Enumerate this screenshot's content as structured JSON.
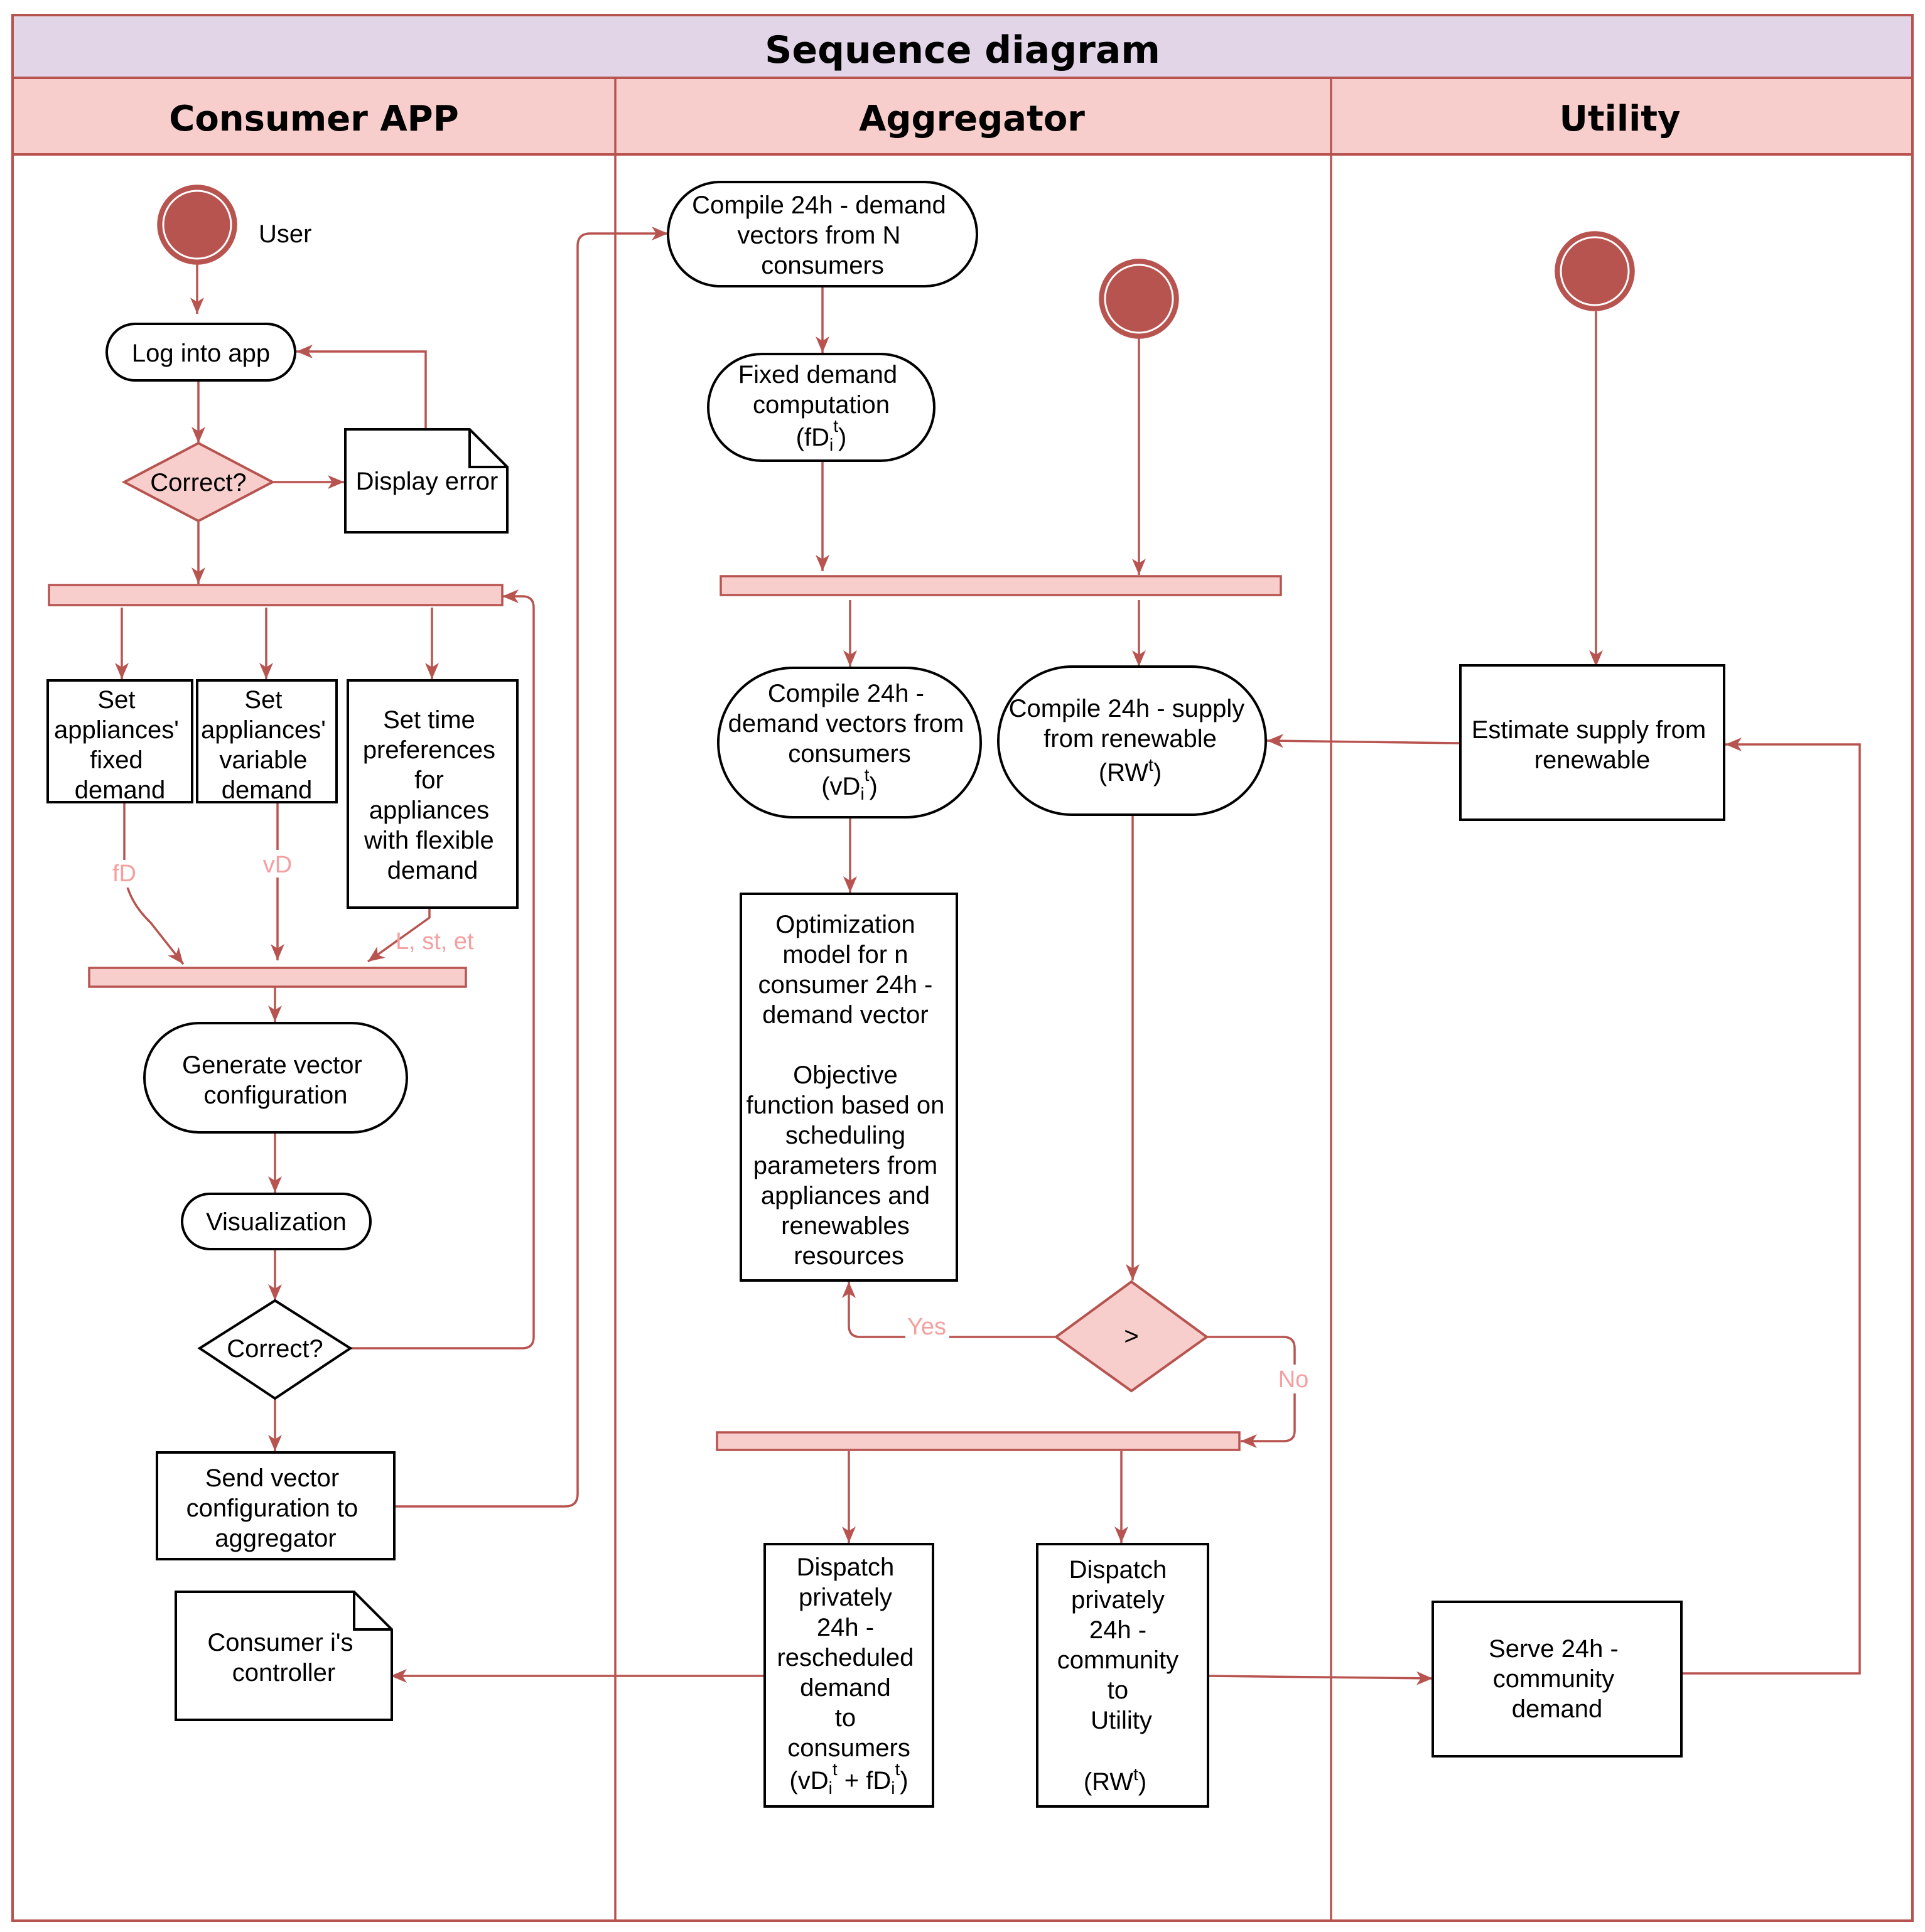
{
  "title": "Sequence diagram",
  "lanes": {
    "consumer": "Consumer  APP",
    "aggregator": "Aggregator",
    "utility": "Utility"
  },
  "nodes": {
    "user_label": "User",
    "login": "Log into app",
    "correct1": "Correct?",
    "display_error": "Display error",
    "set_fixed": [
      "Set",
      "appliances'",
      "fixed",
      "demand"
    ],
    "set_variable": [
      "Set",
      "appliances'",
      "variable",
      "demand"
    ],
    "set_time": [
      "Set time",
      "preferences",
      "for",
      "appliances",
      "with flexible",
      "demand"
    ],
    "generate": [
      "Generate vector",
      "configuration"
    ],
    "visualization": "Visualization",
    "correct2": "Correct?",
    "send_vector": [
      "Send vector",
      "configuration to",
      "aggregator"
    ],
    "controller": [
      "Consumer i's",
      "controller"
    ],
    "compile_n": [
      "Compile 24h - demand",
      "vectors from N",
      "consumers"
    ],
    "fixed_comp": [
      "Fixed demand",
      "computation"
    ],
    "fixed_comp_math": {
      "pre": "(fD",
      "sub": "i",
      "sup": "t",
      "post": ")"
    },
    "compile_vd": [
      "Compile 24h -",
      "demand vectors from",
      "consumers"
    ],
    "compile_vd_math": {
      "pre": "(vD",
      "sub": "i",
      "sup": "t",
      "post": ")"
    },
    "compile_supply": [
      "Compile 24h - supply",
      "from renewable"
    ],
    "compile_supply_math": {
      "pre": "(RW",
      "sup": "t",
      "post": ")"
    },
    "optimization": [
      "Optimization",
      "model for n",
      "consumer 24h  -",
      "demand vector",
      "",
      "Objective",
      "function based on",
      "scheduling",
      "parameters from",
      "appliances and",
      "renewables",
      "resources"
    ],
    "compare": ">",
    "dispatch_resched": [
      "Dispatch",
      "privately",
      "24h -",
      "rescheduled",
      "demand",
      "to",
      "consumers"
    ],
    "dispatch_resched_math": {
      "a": "(vD",
      "a_sub": "i",
      "a_sup": "t",
      "mid": " + fD",
      "b_sub": "i",
      "b_sup": "t",
      "post": ")"
    },
    "dispatch_community": [
      "Dispatch",
      "privately",
      "24h -",
      "community",
      "to",
      "Utility",
      ""
    ],
    "dispatch_community_math": {
      "pre": "(RW",
      "sup": "t",
      "post": ")"
    },
    "estimate_supply": [
      "Estimate supply from",
      "renewable"
    ],
    "serve_demand": [
      "Serve 24h -",
      "community",
      "demand"
    ]
  },
  "edge_labels": {
    "fD": "fD",
    "vD": "vD",
    "lst": "L, st, et",
    "yes": "Yes",
    "no": "No"
  },
  "colors": {
    "header_fill": "#e1d5e7",
    "header_stroke": "#9673a6",
    "lane_fill": "#f8cecc",
    "accent": "#b85450",
    "edge_label": "#f4a0a0"
  }
}
